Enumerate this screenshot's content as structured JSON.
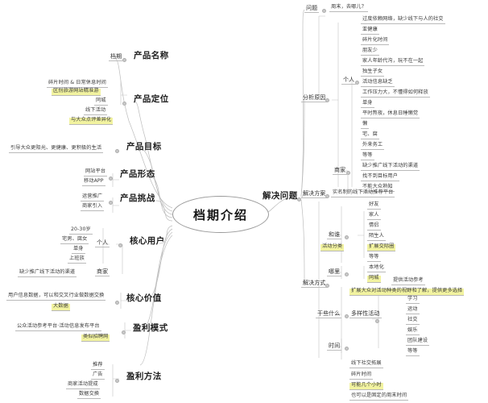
{
  "central": {
    "label": "档期介绍"
  },
  "colors": {
    "highlight": "#f2f3a0",
    "highlight_soft": "#f6f6c8",
    "line": "#b9b9b9",
    "text": "#333333"
  },
  "left": {
    "branches": [
      {
        "label": "产品名称",
        "children": [
          {
            "label": "档期",
            "highlight": false
          }
        ]
      },
      {
        "label": "产品定位",
        "children": [
          {
            "label": "碎片时间 & 日常休息时间",
            "highlight": false
          },
          {
            "label": "区别旅游网站精准游",
            "highlight": true
          },
          {
            "label": "同城",
            "highlight": false
          },
          {
            "label": "线下活动",
            "highlight": false
          },
          {
            "label": "与大众点评差异化",
            "highlight": true
          }
        ]
      },
      {
        "label": "产品目标",
        "children": [
          {
            "label": "引导大众更阳光、更健康、更积极的生活",
            "highlight": false
          }
        ]
      },
      {
        "label": "产品形态",
        "children": [
          {
            "label": "网站平台",
            "highlight": false
          },
          {
            "label": "移动APP",
            "highlight": false
          }
        ]
      },
      {
        "label": "产品挑战",
        "children": [
          {
            "label": "运营推广",
            "highlight": false
          },
          {
            "label": "商家引入",
            "highlight": false
          }
        ]
      },
      {
        "label": "核心用户",
        "groups": [
          {
            "label": "个人",
            "children": [
              {
                "label": "20-30岁",
                "highlight": false
              },
              {
                "label": "宅男、腐女",
                "highlight": false
              },
              {
                "label": "单身",
                "highlight": false
              },
              {
                "label": "上班族",
                "highlight": false
              }
            ]
          },
          {
            "label": "商家",
            "children": [
              {
                "label": "缺少推广线下活动的渠道",
                "highlight": false
              }
            ]
          }
        ]
      },
      {
        "label": "核心价值",
        "children": [
          {
            "label": "用户信息数据，可以和交叉行业做数据交换",
            "highlight": false
          },
          {
            "label": "大数据",
            "highlight": true
          }
        ]
      },
      {
        "label": "盈利模式",
        "children": [
          {
            "label": "公众活动参考平台·活动信息发布平台",
            "highlight": false
          },
          {
            "label": "类似招聘网",
            "highlight": true
          }
        ]
      },
      {
        "label": "盈利方法",
        "children": [
          {
            "label": "推荐",
            "highlight": false
          },
          {
            "label": "广告",
            "highlight": false
          },
          {
            "label": "商家活动提成",
            "highlight": false
          },
          {
            "label": "数据交换",
            "highlight": false
          }
        ]
      }
    ]
  },
  "right": {
    "root": "解决问题",
    "sections": [
      {
        "label": "问题",
        "children": [
          {
            "label": "周末，去哪儿？",
            "highlight": false
          }
        ]
      },
      {
        "label": "分析原因",
        "groups": [
          {
            "label": "个人",
            "children": [
              {
                "label": "过度依赖网络，缺少线下与人的社交",
                "highlight": false
              },
              {
                "label": "亚健康",
                "highlight": false
              },
              {
                "label": "碎片化时间",
                "highlight": false
              },
              {
                "label": "朋友少",
                "highlight": false
              },
              {
                "label": "家人年龄代沟，玩不在一起",
                "highlight": false
              },
              {
                "label": "独生子女",
                "highlight": false
              },
              {
                "label": "活动信息缺乏",
                "highlight": false
              },
              {
                "label": "工作压力大，不懂得如何释放",
                "highlight": false
              },
              {
                "label": "单身",
                "highlight": false
              },
              {
                "label": "平时熬夜，休息日睡懒觉",
                "highlight": false
              },
              {
                "label": "懒",
                "highlight": false
              },
              {
                "label": "宅、腐",
                "highlight": false
              },
              {
                "label": "外来务工",
                "highlight": false
              },
              {
                "label": "等等",
                "highlight": false
              }
            ]
          },
          {
            "label": "商家",
            "children": [
              {
                "label": "缺少推广线下活动的渠道",
                "highlight": false
              },
              {
                "label": "找不到目标用户",
                "highlight": false
              },
              {
                "label": "不能大众熟知",
                "highlight": false
              }
            ]
          }
        ]
      },
      {
        "label": "解决方案",
        "children": [
          {
            "label": "实名制的线下活动推荐平台",
            "highlight": false
          }
        ]
      },
      {
        "label": "解决方式",
        "groups": [
          {
            "label": "和谁",
            "tag": "活动分类",
            "tag_highlight": true,
            "children": [
              {
                "label": "好友",
                "highlight": false
              },
              {
                "label": "家人",
                "highlight": false
              },
              {
                "label": "情侣",
                "highlight": false
              },
              {
                "label": "陌生人",
                "highlight": false
              },
              {
                "label": "扩展交际圈",
                "highlight": true
              },
              {
                "label": "等等",
                "highlight": false
              }
            ]
          },
          {
            "label": "哪里",
            "children": [
              {
                "label": "本地化",
                "highlight": false
              },
              {
                "label": "同城",
                "highlight": true
              }
            ]
          },
          {
            "label": "干些什么",
            "children": [
              {
                "label": "提供活动参考",
                "highlight": false
              },
              {
                "label": "扩展大众对活动种类的视野和了解，提供更多选择",
                "highlight": true
              }
            ],
            "sub": {
              "label": "多样性活动",
              "children": [
                {
                  "label": "学习",
                  "highlight": false
                },
                {
                  "label": "运动",
                  "highlight": false
                },
                {
                  "label": "社交",
                  "highlight": false
                },
                {
                  "label": "娱乐",
                  "highlight": false
                },
                {
                  "label": "团队建设",
                  "highlight": false
                },
                {
                  "label": "等等",
                  "highlight": false
                }
              ],
              "extra": {
                "label": "线下社交拓展",
                "highlight": false
              }
            }
          },
          {
            "label": "时间",
            "children": [
              {
                "label": "碎片时间",
                "highlight": false
              },
              {
                "label": "可能几个小时",
                "highlight": true
              },
              {
                "label": "也可以是固定的周末时间",
                "highlight": false
              }
            ]
          }
        ]
      }
    ]
  }
}
